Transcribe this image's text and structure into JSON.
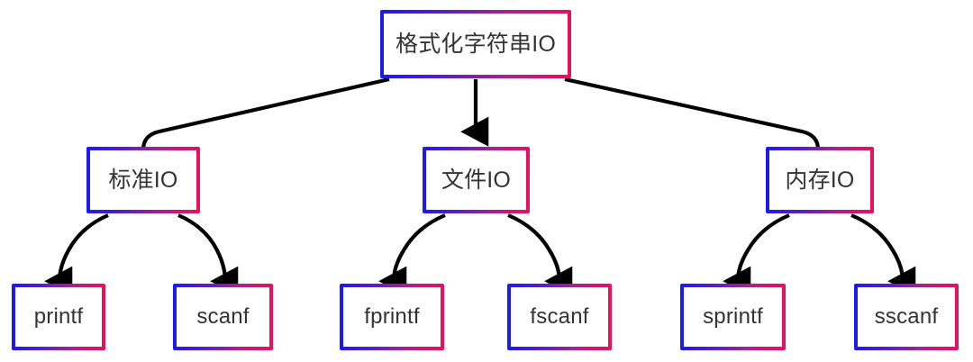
{
  "diagram": {
    "title": "格式化字符串IO",
    "type": "tree",
    "background_color": "#ffffff",
    "edge_color": "#000000",
    "label_color": "#333333",
    "border_gradient": {
      "from": "#1a1aee",
      "mid": "#a8218f",
      "to": "#e8115b",
      "direction": "left-to-right"
    },
    "nodes": {
      "root": {
        "id": "root",
        "label": "格式化字符串IO",
        "level": 0
      },
      "stdio": {
        "id": "stdio",
        "label": "标准IO",
        "level": 1
      },
      "fileio": {
        "id": "fileio",
        "label": "文件IO",
        "level": 1
      },
      "memio": {
        "id": "memio",
        "label": "内存IO",
        "level": 1
      },
      "printf": {
        "id": "printf",
        "label": "printf",
        "level": 2
      },
      "scanf": {
        "id": "scanf",
        "label": "scanf",
        "level": 2
      },
      "fprintf": {
        "id": "fprintf",
        "label": "fprintf",
        "level": 2
      },
      "fscanf": {
        "id": "fscanf",
        "label": "fscanf",
        "level": 2
      },
      "sprintf": {
        "id": "sprintf",
        "label": "sprintf",
        "level": 2
      },
      "sscanf": {
        "id": "sscanf",
        "label": "sscanf",
        "level": 2
      }
    },
    "edges": [
      {
        "from": "root",
        "to": "stdio",
        "style": "curved-arrow"
      },
      {
        "from": "root",
        "to": "fileio",
        "style": "straight-arrow"
      },
      {
        "from": "root",
        "to": "memio",
        "style": "curved-arrow"
      },
      {
        "from": "stdio",
        "to": "printf",
        "style": "curved-arrow"
      },
      {
        "from": "stdio",
        "to": "scanf",
        "style": "curved-arrow"
      },
      {
        "from": "fileio",
        "to": "fprintf",
        "style": "curved-arrow"
      },
      {
        "from": "fileio",
        "to": "fscanf",
        "style": "curved-arrow"
      },
      {
        "from": "memio",
        "to": "sprintf",
        "style": "curved-arrow"
      },
      {
        "from": "memio",
        "to": "sscanf",
        "style": "curved-arrow"
      }
    ]
  }
}
